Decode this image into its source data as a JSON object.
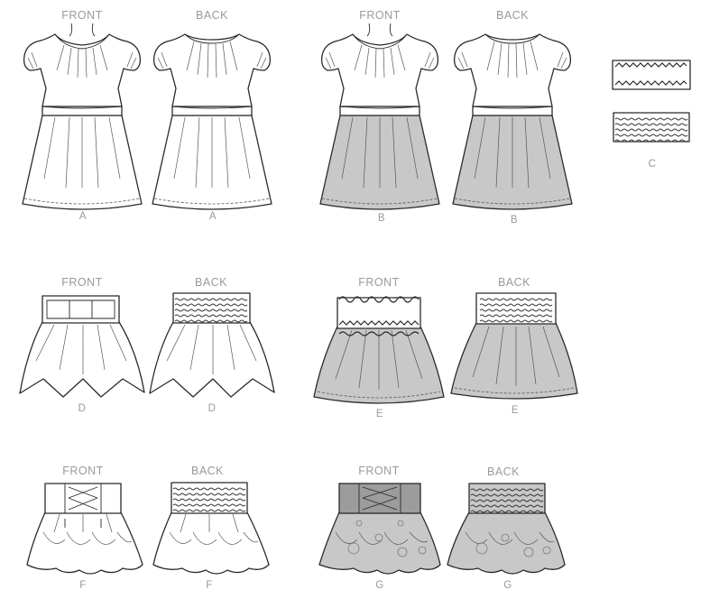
{
  "sheet": {
    "views": {
      "front": "FRONT",
      "back": "BACK"
    },
    "views_list": [
      "FRONT",
      "BACK",
      "FRONT",
      "BACK",
      "FRONT",
      "BACK",
      "FRONT",
      "BACK",
      "FRONT",
      "BACK",
      "FRONT",
      "BACK"
    ],
    "letters_list": [
      "A",
      "A",
      "B",
      "B",
      "C",
      "D",
      "D",
      "E",
      "E",
      "F",
      "F",
      "G",
      "G"
    ]
  },
  "colors": {
    "outline": "#2a2a2a",
    "fabric_light": "#ffffff",
    "fabric_gray": "#c8c8c8",
    "fabric_dark": "#9c9c9c",
    "label_text": "#9a9a9a"
  }
}
